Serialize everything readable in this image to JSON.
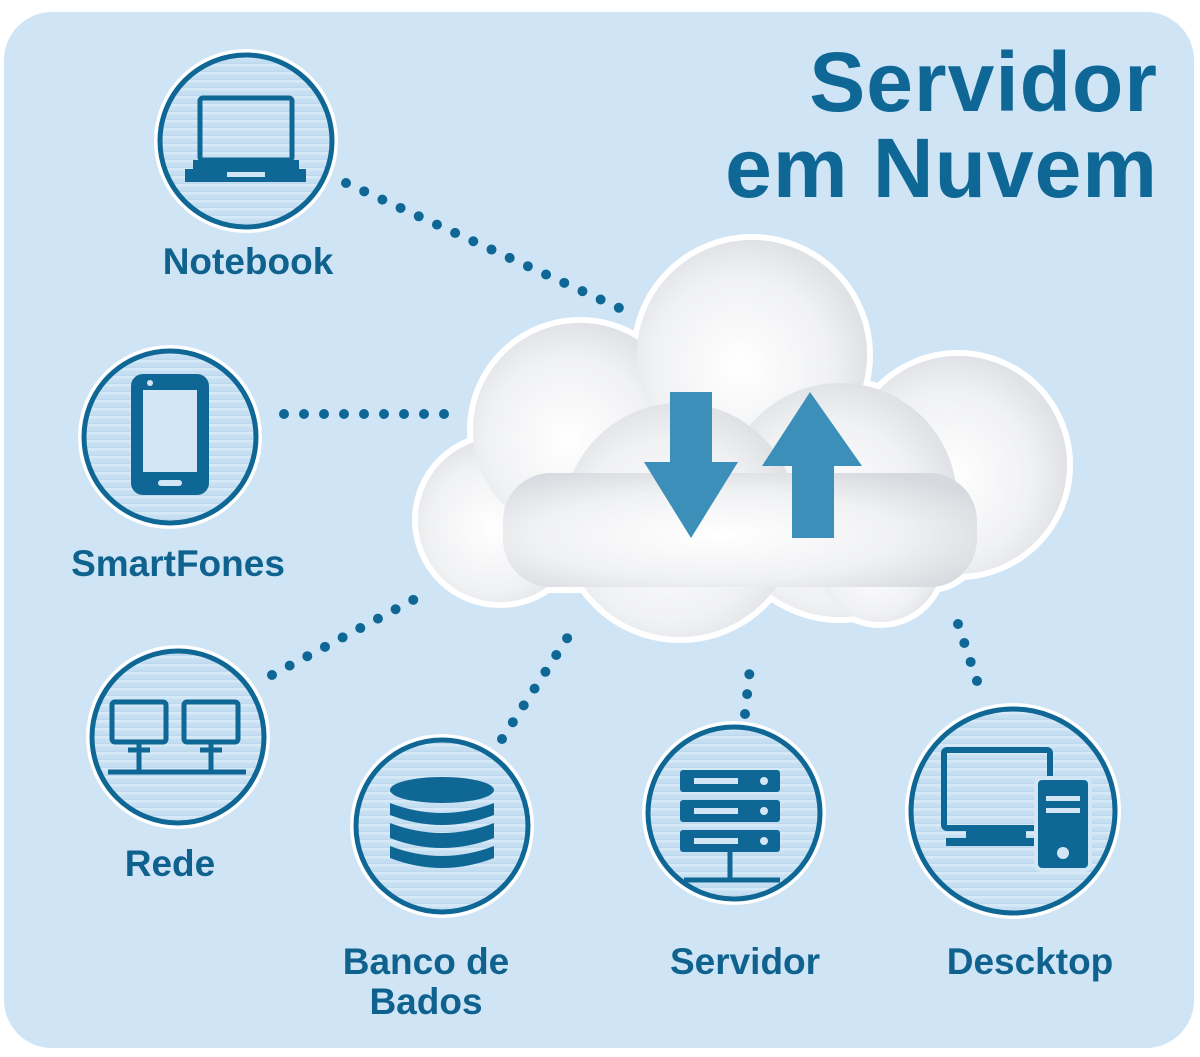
{
  "title": {
    "line1": "Servidor",
    "line2": "em Nuvem"
  },
  "colors": {
    "background": "#cfe4f5",
    "title": "#0f6796",
    "node_ring": "#0f6796",
    "icon": "#0f6796",
    "arrows": "#3b8fb8",
    "dots": "#0f6796"
  },
  "cloud": {
    "icons": [
      "download-arrow-icon",
      "upload-arrow-icon"
    ]
  },
  "nodes": [
    {
      "id": "notebook",
      "label_lines": [
        "Notebook"
      ],
      "icon": "laptop-icon"
    },
    {
      "id": "smartphones",
      "label_lines": [
        "SmartFones"
      ],
      "icon": "smartphone-icon"
    },
    {
      "id": "network",
      "label_lines": [
        "Rede"
      ],
      "icon": "network-icon"
    },
    {
      "id": "database",
      "label_lines": [
        "Banco de",
        "Bados"
      ],
      "icon": "database-icon"
    },
    {
      "id": "server",
      "label_lines": [
        "Servidor"
      ],
      "icon": "server-icon"
    },
    {
      "id": "desktop",
      "label_lines": [
        "Descktop"
      ],
      "icon": "desktop-icon"
    }
  ]
}
